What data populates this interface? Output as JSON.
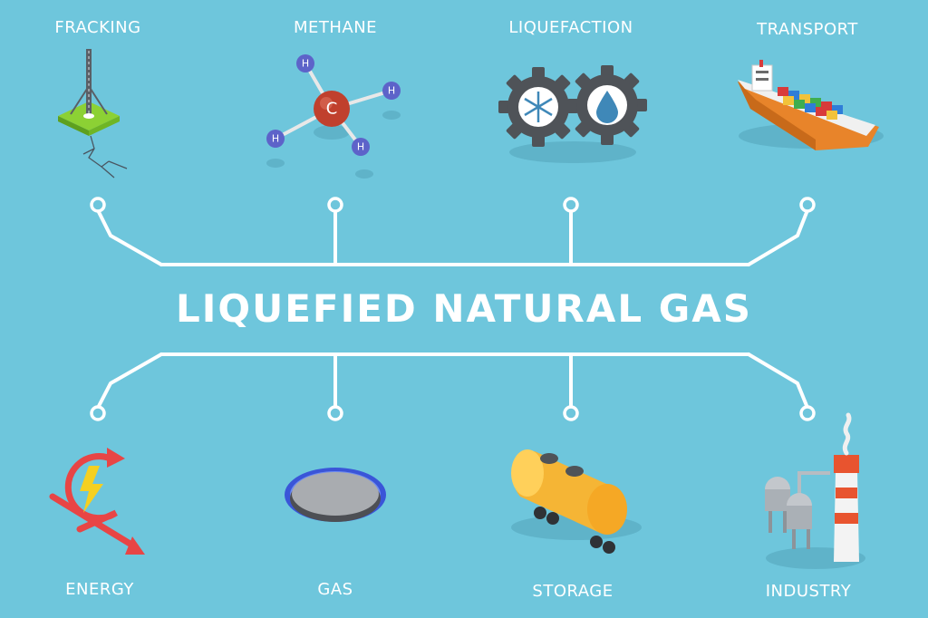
{
  "title": "LIQUEFIED NATURAL GAS",
  "top_nodes": [
    {
      "label": "FRACKING",
      "icon": "fracking-rig-icon"
    },
    {
      "label": "METHANE",
      "icon": "methane-molecule-icon"
    },
    {
      "label": "LIQUEFACTION",
      "icon": "liquefaction-gears-icon"
    },
    {
      "label": "TRANSPORT",
      "icon": "cargo-ship-icon"
    }
  ],
  "bottom_nodes": [
    {
      "label": "ENERGY",
      "icon": "energy-cycle-icon"
    },
    {
      "label": "GAS",
      "icon": "gas-burner-icon"
    },
    {
      "label": "STORAGE",
      "icon": "tank-car-icon"
    },
    {
      "label": "INDUSTRY",
      "icon": "industrial-plant-icon"
    }
  ],
  "molecule": {
    "center": "C",
    "atoms": [
      "H",
      "H",
      "H",
      "H"
    ]
  },
  "colors": {
    "background": "#6ec6dc",
    "lines": "#ffffff",
    "text": "#ffffff"
  }
}
